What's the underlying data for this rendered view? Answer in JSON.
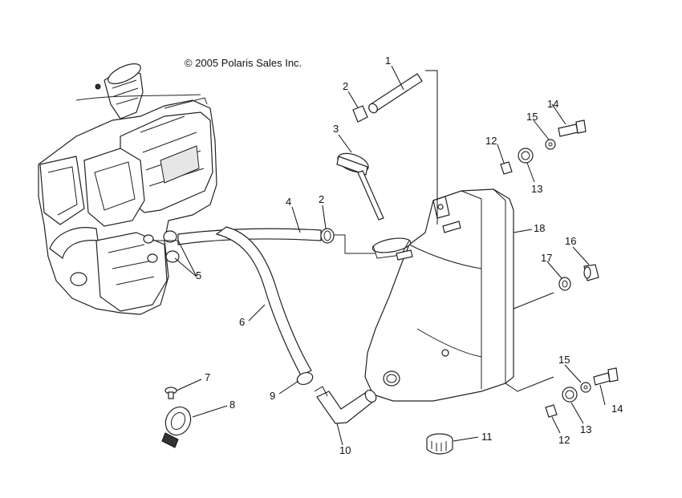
{
  "copyright": "© 2005 Polaris Sales Inc.",
  "callouts": {
    "c1": "1",
    "c2a": "2",
    "c2b": "2",
    "c3": "3",
    "c4": "4",
    "c5": "5",
    "c6": "6",
    "c7": "7",
    "c8": "8",
    "c9": "9",
    "c10": "10",
    "c11": "11",
    "c12a": "12",
    "c12b": "12",
    "c13a": "13",
    "c13b": "13",
    "c14a": "14",
    "c14b": "14",
    "c15a": "15",
    "c15b": "15",
    "c16": "16",
    "c17": "17",
    "c18": "18"
  }
}
